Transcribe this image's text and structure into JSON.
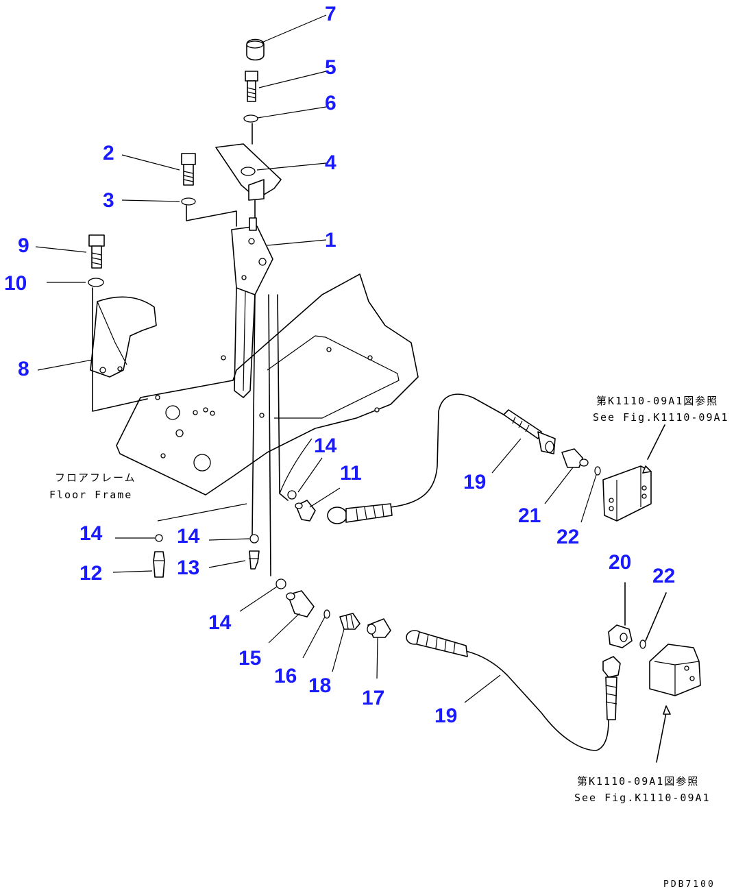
{
  "diagram": {
    "callouts": [
      "1",
      "2",
      "3",
      "4",
      "5",
      "6",
      "7",
      "8",
      "9",
      "10",
      "11",
      "12",
      "13",
      "14",
      "15",
      "16",
      "17",
      "18",
      "19",
      "20",
      "21",
      "22"
    ],
    "labels": {
      "floor_frame_jp": "フロアフレーム",
      "floor_frame_en": "Floor Frame",
      "ref_top_jp": "第K1110-09A1図参照",
      "ref_top_en": "See Fig.K1110-09A1",
      "ref_bottom_jp": "第K1110-09A1図参照",
      "ref_bottom_en": "See Fig.K1110-09A1",
      "drawing_code": "PDB7100"
    }
  }
}
